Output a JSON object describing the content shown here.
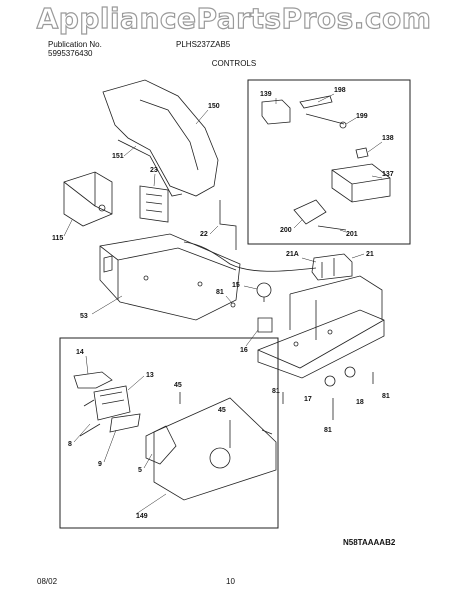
{
  "watermark": "AppliancePartsPros.com",
  "header": {
    "publication_label": "Publication No.",
    "publication_number": "5995376430",
    "model": "PLHS237ZAB5",
    "section": "CONTROLS"
  },
  "footer": {
    "date": "08/02",
    "page": "10",
    "reference_code": "N58TAAAAB2"
  },
  "parts": {
    "p150": "150",
    "p151": "151",
    "p23": "23",
    "p115": "115",
    "p22": "22",
    "p53": "53",
    "p15": "15",
    "p81a": "81",
    "p16": "16",
    "p21A": "21A",
    "p21": "21",
    "p139": "139",
    "p198": "198",
    "p199": "199",
    "p138": "138",
    "p137": "137",
    "p200": "200",
    "p201": "201",
    "p14": "14",
    "p13": "13",
    "p8": "8",
    "p9": "9",
    "p5": "5",
    "p45a": "45",
    "p45b": "45",
    "p149": "149",
    "p81b": "81",
    "p17": "17",
    "p18": "18",
    "p81c": "81",
    "p81d": "81"
  }
}
